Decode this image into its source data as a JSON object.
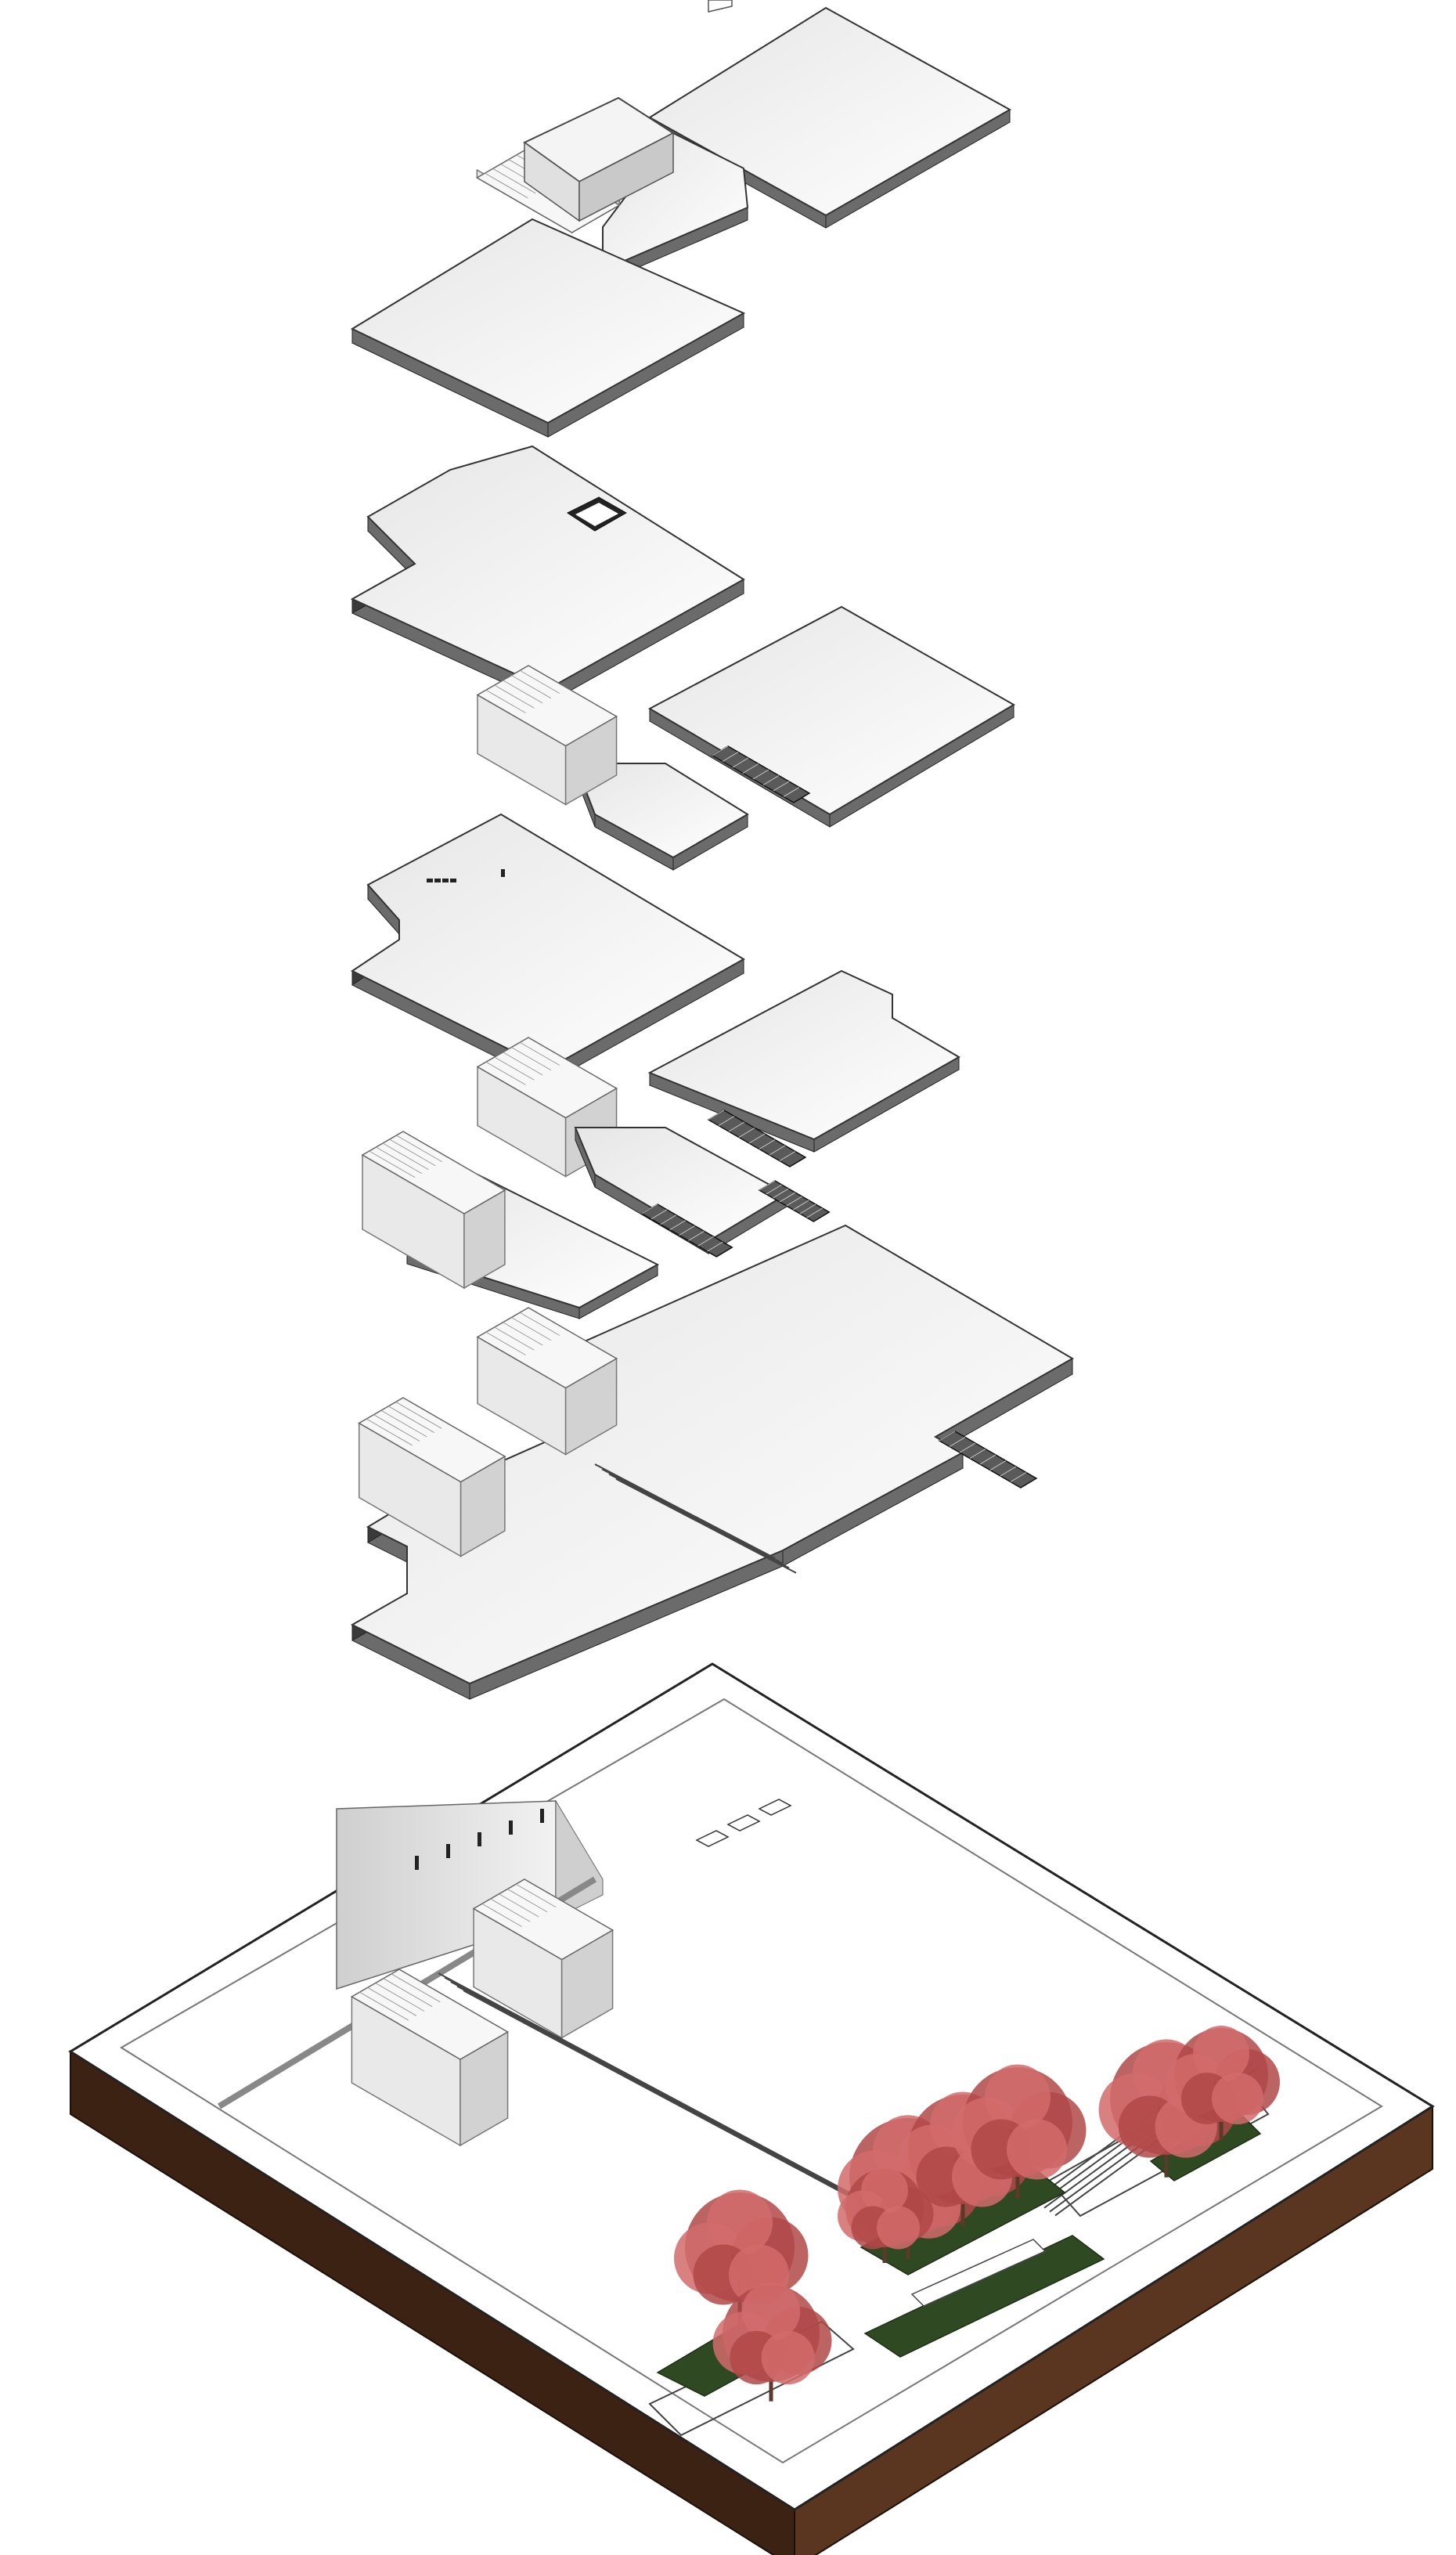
{
  "diagram": {
    "type": "exploded axonometric",
    "layers": [
      {
        "id": "roof",
        "elements": [
          "roof-slab",
          "stair-core-roof",
          "roof-slab-secondary"
        ]
      },
      {
        "id": "level-4",
        "elements": [
          "floor-slab",
          "void-opening"
        ]
      },
      {
        "id": "level-3",
        "elements": [
          "floor-slab",
          "stair-core",
          "escalator-pair"
        ]
      },
      {
        "id": "level-2",
        "elements": [
          "floor-slab",
          "skylights",
          "escalator-pair",
          "stair-core",
          "washroom-block"
        ]
      },
      {
        "id": "level-1",
        "elements": [
          "floor-slab",
          "stair-core",
          "washroom-block",
          "escalator",
          "ramp-lines"
        ]
      },
      {
        "id": "ground-site",
        "elements": [
          "site-base",
          "entrance-wall",
          "stair-core",
          "washroom-block",
          "ramp-lines",
          "skylights",
          "trees",
          "lawn-patches",
          "bench"
        ]
      }
    ],
    "tree_count": 8,
    "colors": {
      "slab_top": "#f3f3f3",
      "slab_edge_dark": "#3a3a3a",
      "slab_edge_light": "#6b6b6b",
      "core_wall": "#d9d9d9",
      "soil_top": "#4a2b17",
      "soil_front": "#3b2212",
      "soil_side": "#5a3520",
      "tree_foliage": "#b04848",
      "tree_foliage_light": "#d26b6b",
      "tree_trunk": "#5a3a2a",
      "grass": "#2f4a23",
      "grass_light": "#3c5b2d",
      "line": "#555555"
    }
  }
}
